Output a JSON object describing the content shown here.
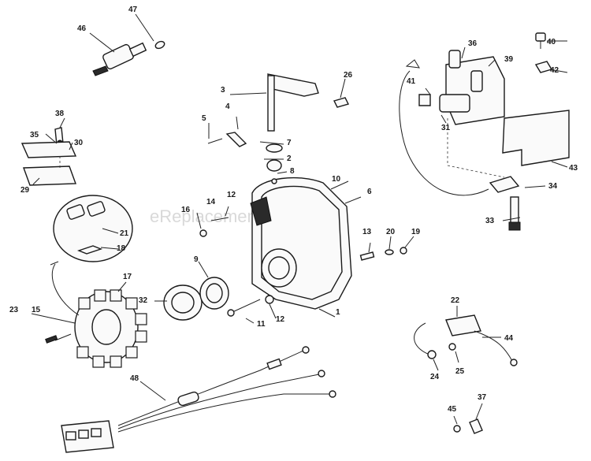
{
  "watermark": "eReplacementParts.com",
  "labels": {
    "p1": "1",
    "p2": "2",
    "p3": "3",
    "p4": "4",
    "p5": "5",
    "p6": "6",
    "p7": "7",
    "p8": "8",
    "p9": "9",
    "p10": "10",
    "p11": "11",
    "p12a": "12",
    "p12b": "12",
    "p13": "13",
    "p14": "14",
    "p15": "15",
    "p16": "16",
    "p17": "17",
    "p18": "18",
    "p19": "19",
    "p20": "20",
    "p21": "21",
    "p22": "22",
    "p23": "23",
    "p24": "24",
    "p25": "25",
    "p26": "26",
    "p29": "29",
    "p30": "30",
    "p31": "31",
    "p32": "32",
    "p33": "33",
    "p34": "34",
    "p35": "35",
    "p36": "36",
    "p37": "37",
    "p38": "38",
    "p39": "39",
    "p40": "40",
    "p41": "41",
    "p42": "42",
    "p43": "43",
    "p44": "44",
    "p45": "45",
    "p46": "46",
    "p47": "47",
    "p48": "48"
  }
}
